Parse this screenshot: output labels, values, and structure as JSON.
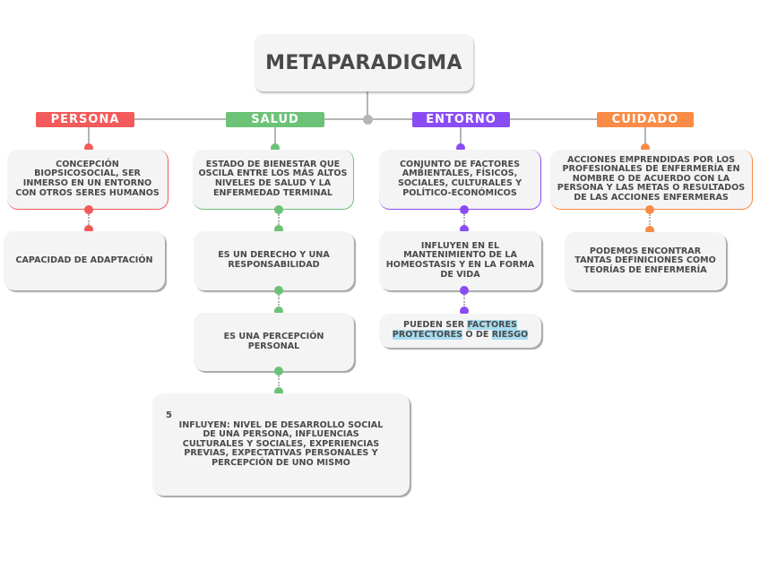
{
  "root": {
    "title": "METAPARADIGMA"
  },
  "colors": {
    "persona": "#f35a5a",
    "salud": "#6cc277",
    "entorno": "#8a4cf5",
    "cuidado": "#f98b46",
    "connector": "#b5b5b5",
    "node_bg": "#f4f4f4",
    "highlight": "#a7dcf0"
  },
  "branches": {
    "persona": {
      "label": "PERSONA",
      "nodes": [
        "CONCEPCIÓN BIOPSICOSOCIAL, SER INMERSO EN UN ENTORNO CON OTROS SERES HUMANOS",
        "CAPACIDAD DE ADAPTACIÓN"
      ]
    },
    "salud": {
      "label": "SALUD",
      "nodes": [
        "ESTADO DE BIENESTAR QUE OSCILA ENTRE LOS MÁS ALTOS NIVELES DE SALUD Y LA ENFERMEDAD TERMINAL",
        "ES UN DERECHO Y UNA RESPONSABILIDAD",
        "ES UNA PERCEPCIÓN PERSONAL",
        "INFLUYEN: NIVEL DE DESARROLLO SOCIAL DE UNA PERSONA, INFLUENCIAS CULTURALES Y SOCIALES, EXPERIENCIAS PREVIAS, EXPECTATIVAS PERSONALES Y PERCEPCIÓN DE UNO MISMO"
      ],
      "node4_badge": "5"
    },
    "entorno": {
      "label": "ENTORNO",
      "nodes": [
        "CONJUNTO DE FACTORES AMBIENTALES, FÍSICOS, SOCIALES, CULTURALES Y POLÍTICO-ECONÓMICOS",
        "INFLUYEN EN EL MANTENIMIENTO DE LA HOMEOSTASIS Y EN LA FORMA DE VIDA"
      ],
      "node3_parts": {
        "p1": "PUEDEN SER ",
        "p2": "FACTORES PROTECTORES",
        "p3": " O DE ",
        "p4": "RIESGO"
      }
    },
    "cuidado": {
      "label": "CUIDADO",
      "nodes": [
        "ACCIONES EMPRENDIDAS POR LOS PROFESIONALES DE ENFERMERÍA EN NOMBRE O DE ACUERDO CON LA PERSONA Y LAS METAS O RESULTADOS DE LAS ACCIONES ENFERMERAS",
        "PODEMOS ENCONTRAR TANTAS DEFINICIONES COMO TEORÍAS DE ENFERMERÍA"
      ]
    }
  }
}
